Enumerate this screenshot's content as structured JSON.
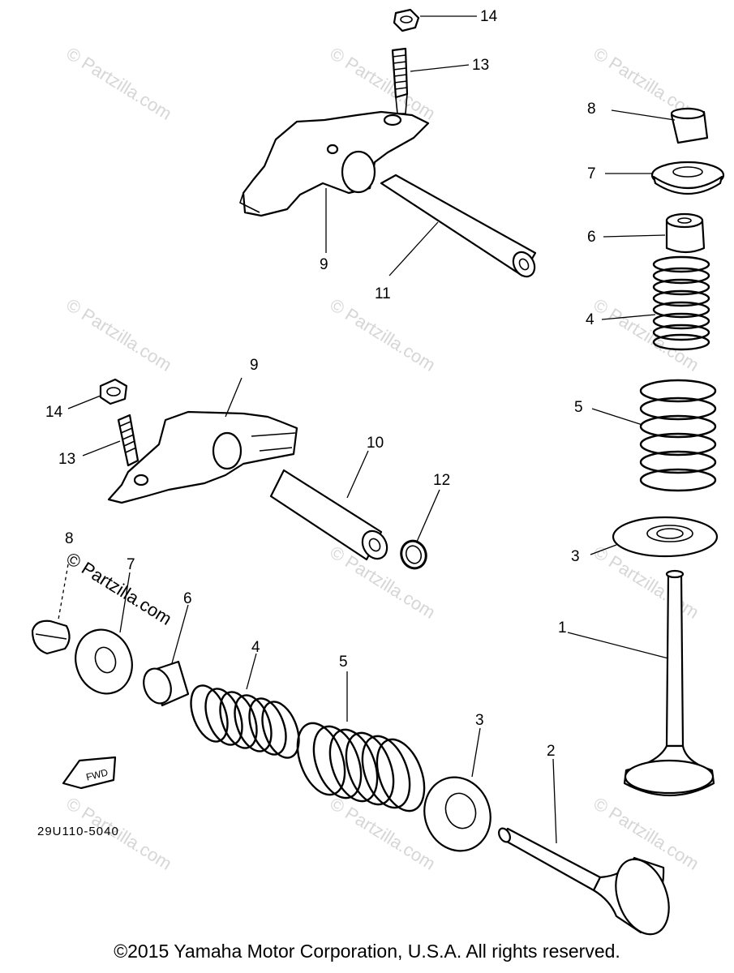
{
  "diagram": {
    "part_numbers": {
      "p1": "1",
      "p2": "2",
      "p3_right": "3",
      "p3_left": "3",
      "p4_right": "4",
      "p4_left": "4",
      "p5_right": "5",
      "p5_left": "5",
      "p6_right": "6",
      "p6_left": "6",
      "p7_right": "7",
      "p7_left": "7",
      "p8_right": "8",
      "p8_left": "8",
      "p9_top": "9",
      "p9_mid": "9",
      "p10": "10",
      "p11": "11",
      "p12": "12",
      "p13_top": "13",
      "p13_left": "13",
      "p14_top": "14",
      "p14_left": "14"
    },
    "diagram_code": "29U110-5040",
    "fwd_label": "FWD",
    "watermark": "© Partzilla.com"
  },
  "footer": {
    "copyright": "©2015 Yamaha Motor Corporation, U.S.A. All rights reserved."
  }
}
